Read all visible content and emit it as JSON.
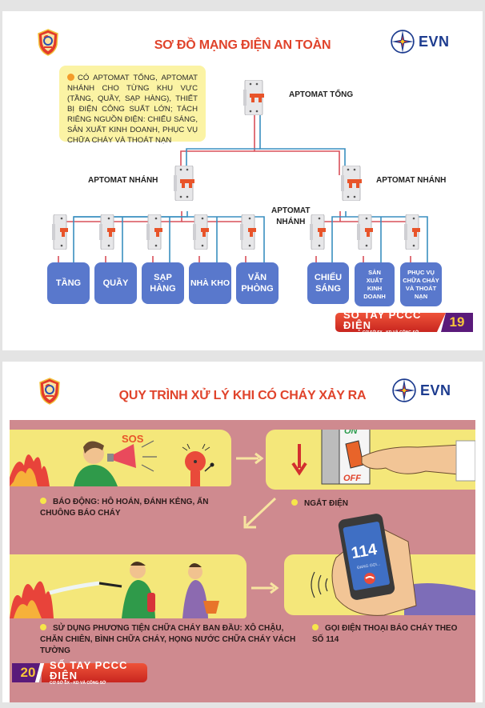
{
  "page1": {
    "title": "SƠ ĐỒ MẠNG ĐIỆN AN TOÀN",
    "brand": "EVN",
    "note": "CÓ APTOMAT TỔNG, APTOMAT NHÁNH CHO TỪNG KHU VỰC (TẦNG, QUẦY, SẠP HÀNG), THIẾT BỊ ĐIỆN CÔNG SUẤT LỚN; TÁCH RIÊNG NGUỒN ĐIỆN: CHIẾU SÁNG, SẢN XUẤT KINH DOANH, PHỤC VỤ CHỮA CHÁY VÀ THOÁT NẠN",
    "labels": {
      "main": "APTOMAT TỔNG",
      "branch_left": "APTOMAT NHÁNH",
      "branch_right": "APTOMAT NHÁNH",
      "branch_mid_1": "APTOMAT",
      "branch_mid_2": "NHÁNH"
    },
    "destinations_left": [
      {
        "line1": "TẦNG",
        "line2": ""
      },
      {
        "line1": "QUẦY",
        "line2": ""
      },
      {
        "line1": "SẠP",
        "line2": "HÀNG"
      },
      {
        "line1": "NHÀ KHO",
        "line2": ""
      },
      {
        "line1": "VĂN",
        "line2": "PHÒNG"
      }
    ],
    "destinations_right": [
      {
        "lines": [
          "CHIẾU",
          "SÁNG"
        ]
      },
      {
        "lines": [
          "SẢN",
          "XUẤT",
          "KINH",
          "DOANH"
        ]
      },
      {
        "lines": [
          "PHỤC VỤ",
          "CHỮA CHÁY",
          "VÀ THOÁT",
          "NẠN"
        ]
      }
    ],
    "banner": {
      "title": "SỔ TAY PCCC ĐIỆN",
      "subtitle": "CƠ SỞ SX - KD VÀ CÔNG SỞ",
      "page_number": "19"
    }
  },
  "page2": {
    "title": "QUY TRÌNH XỬ LÝ KHI CÓ CHÁY XẢY RA",
    "brand": "EVN",
    "steps": [
      {
        "caption": "BÁO ĐỘNG: HÔ HOÁN, ĐÁNH KẺNG, ẤN CHUÔNG BÁO CHÁY",
        "sos": "SOS"
      },
      {
        "caption": "NGẮT ĐIỆN",
        "switch_on": "ON",
        "switch_off": "OFF"
      },
      {
        "caption": "SỬ DỤNG PHƯƠNG TIỆN CHỮA CHÁY BAN ĐẦU: XÔ CHẬU, CHĂN CHIÊN, BÌNH CHỮA CHÁY, HỌNG NƯỚC CHỮA CHÁY VÁCH TƯỜNG"
      },
      {
        "caption": "GỌI ĐIỆN THOẠI BÁO CHÁY THEO SỐ 114",
        "phone_number": "114",
        "phone_status": "ĐANG GỌI..."
      }
    ],
    "banner": {
      "title": "SỐ TAY PCCC ĐIỆN",
      "subtitle": "CƠ SỞ SX - KD VÀ CÔNG SỞ",
      "page_number": "20"
    }
  },
  "colors": {
    "title_red": "#e0432b",
    "evn_blue": "#1d3c8f",
    "dest_blue": "#5978cc",
    "note_yellow": "#fbf3a4",
    "flow_pink": "#cf8a8f",
    "scene_yellow": "#f4e77a",
    "wire_red": "#d8505a",
    "wire_blue": "#3a8fc0"
  }
}
